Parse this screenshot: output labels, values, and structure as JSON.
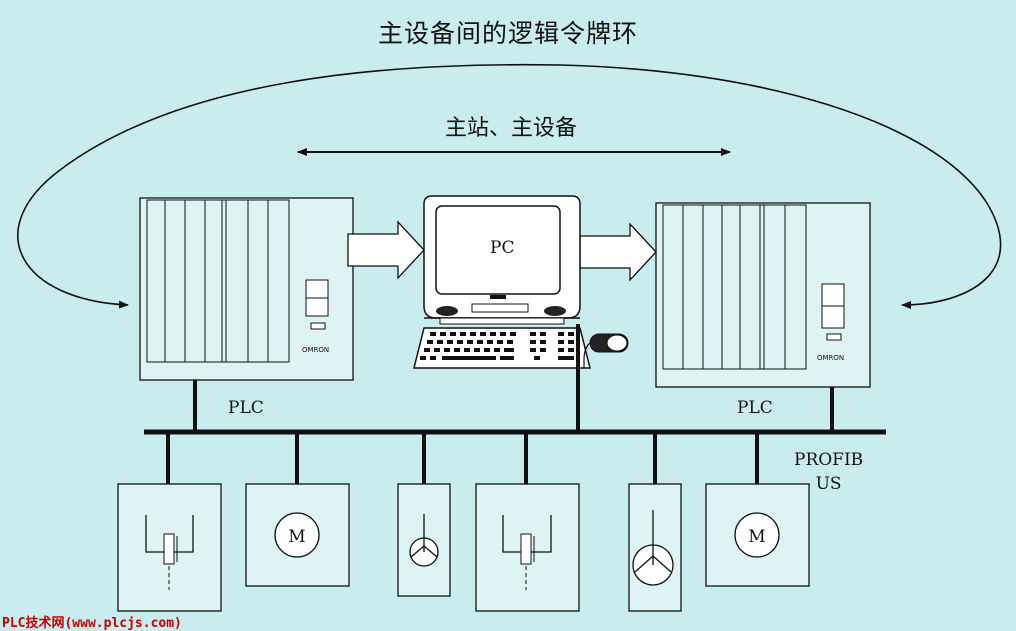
{
  "title": "主设备间的逻辑令牌环",
  "subtitle": "主站、主设备",
  "pc_label": "PC",
  "plc_left_label": "PLC",
  "plc_right_label": "PLC",
  "bus_label_line1": "PROFIB",
  "bus_label_line2": "US",
  "motor_label": "M",
  "plc_badge": "OMRON",
  "watermark": "PLC技术网(www.plcjs.com)",
  "colors": {
    "background": "#c9ecee",
    "line": "#111111",
    "watermark": "#c80000"
  }
}
